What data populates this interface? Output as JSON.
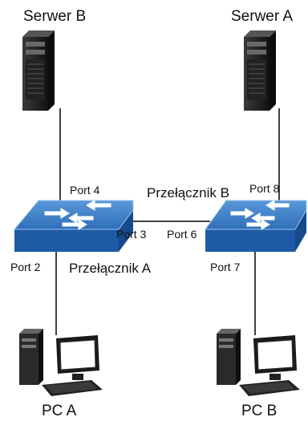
{
  "servers": {
    "left": {
      "label": "Serwer B"
    },
    "right": {
      "label": "Serwer A"
    }
  },
  "switches": {
    "left": {
      "label": "Przełącznik A"
    },
    "right": {
      "label": "Przełącznik B"
    }
  },
  "ports": {
    "p2": "Port 2",
    "p3": "Port 3",
    "p4": "Port 4",
    "p6": "Port 6",
    "p7": "Port 7",
    "p8": "Port 8"
  },
  "pcs": {
    "left": {
      "label": "PC A"
    },
    "right": {
      "label": "PC B"
    }
  },
  "colors": {
    "switch_top": "#3f7fc6",
    "switch_side": "#1e5aa6",
    "device_dark": "#1c1c1c",
    "line": "#000000"
  }
}
